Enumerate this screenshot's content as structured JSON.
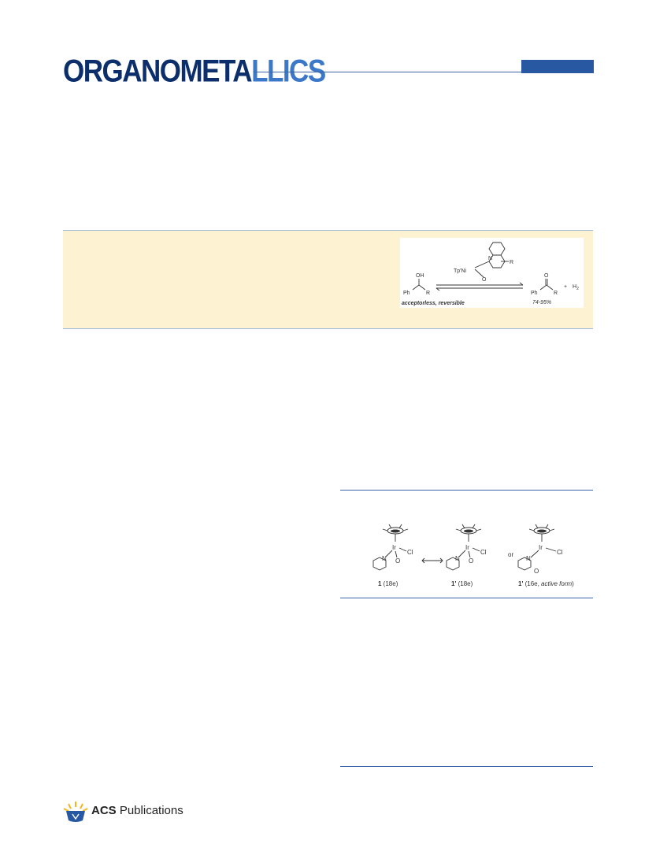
{
  "header": {
    "journal_prefix": "ORGANOMETA",
    "journal_suffix": "LLICS",
    "colors": {
      "navy": "#0c2f6b",
      "blue": "#3c78c8",
      "rule": "#3a63a8"
    }
  },
  "toc_graphic": {
    "ligand_label": "Tp'Ni",
    "n_label": "N",
    "o_label": "O",
    "r_label": "R",
    "substrate_oh": "OH",
    "substrate_ph": "Ph",
    "substrate_r": "R",
    "product_o": "O",
    "product_ph": "Ph",
    "product_r": "R",
    "plus": "+",
    "h2": "H",
    "h2_sub": "2",
    "conditions": "acceptorless, reversible",
    "yield": "74-95%"
  },
  "figure_1": {
    "metal": "Ir",
    "chloride": "Cl",
    "n_atom": "N",
    "o_atom": "O",
    "or_word": "or",
    "compounds": [
      {
        "id": "1",
        "note": " (18e)"
      },
      {
        "id": "1'",
        "note": " (18e)"
      },
      {
        "id": "1'",
        "note_pre": " (16e, ",
        "note_italic": "active form",
        "note_post": ")"
      }
    ]
  },
  "footer": {
    "publisher_bold": "ACS",
    "publisher_rest": " Publications"
  }
}
